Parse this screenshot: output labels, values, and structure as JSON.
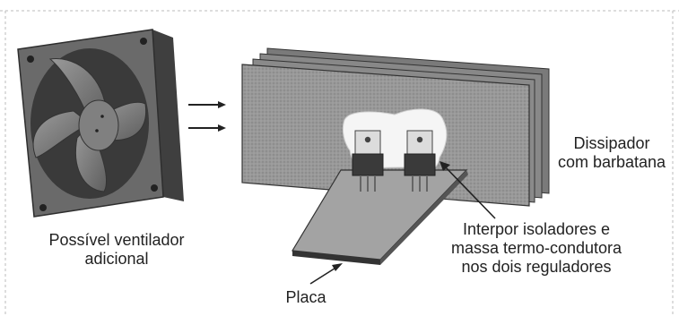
{
  "labels": {
    "fan": [
      "Possível ventilador",
      "adicional"
    ],
    "heatsink": [
      "Dissipador",
      "com barbatana"
    ],
    "insulators": [
      "Interpor isoladores e",
      "massa termo-condutora",
      "nos dois reguladores"
    ],
    "board": "Placa"
  },
  "colors": {
    "background": "#ffffff",
    "fin_gray": "#8e8e8e",
    "fan_frame": "#5a5a5a",
    "thermal_paste": "#f4f4f4",
    "board": "#9a9a9a",
    "regulator_body": "#3a3a3a"
  }
}
